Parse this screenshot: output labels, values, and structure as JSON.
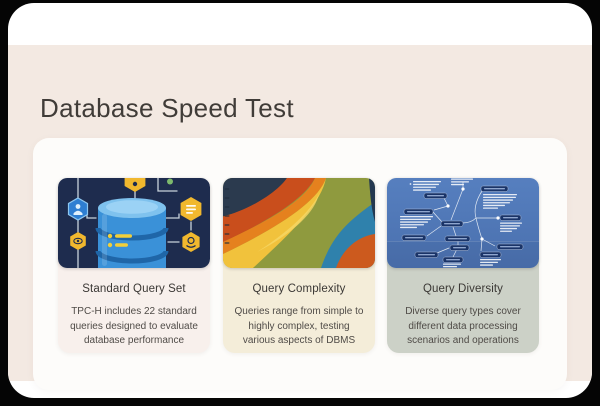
{
  "slide": {
    "title": "Database Speed Test"
  },
  "cards": [
    {
      "title": "Standard Query Set",
      "description": "TPC-H includes 22 standard queries designed to evaluate database performance",
      "background": "#f8f0ec",
      "illustration": "database-cylinder-with-hexagon-nodes"
    },
    {
      "title": "Query Complexity",
      "description": "Queries range from simple to highly complex, testing various aspects of DBMS",
      "background": "#f4edd9",
      "illustration": "abstract-flowing-color-waves"
    },
    {
      "title": "Query Diversity",
      "description": "Diverse query types cover different data processing scenarios and operations",
      "background": "#ccd1c7",
      "illustration": "mindmap-diagram-on-blue"
    }
  ],
  "colors": {
    "outer_background": "#050505",
    "slide_top_band": "#ffffff",
    "slide_beige": "#f3e9e2",
    "panel": "#fdfcfa",
    "title_text": "#403c38",
    "card_title_text": "#3b3835",
    "card_body_text": "#4f4b47",
    "illustration1_navy": "#1e2c4e",
    "illustration1_blue": "#3a91d8",
    "illustration1_yellow": "#f1b82e",
    "illustration2_olive": "#8f9a3e",
    "illustration2_teal": "#2f81ac",
    "illustration2_orange": "#e5811e",
    "illustration2_red": "#c94e1c",
    "illustration2_yellow": "#f1c23c",
    "illustration3_blue": "#4d75b5",
    "illustration3_pill": "#1a3468"
  }
}
